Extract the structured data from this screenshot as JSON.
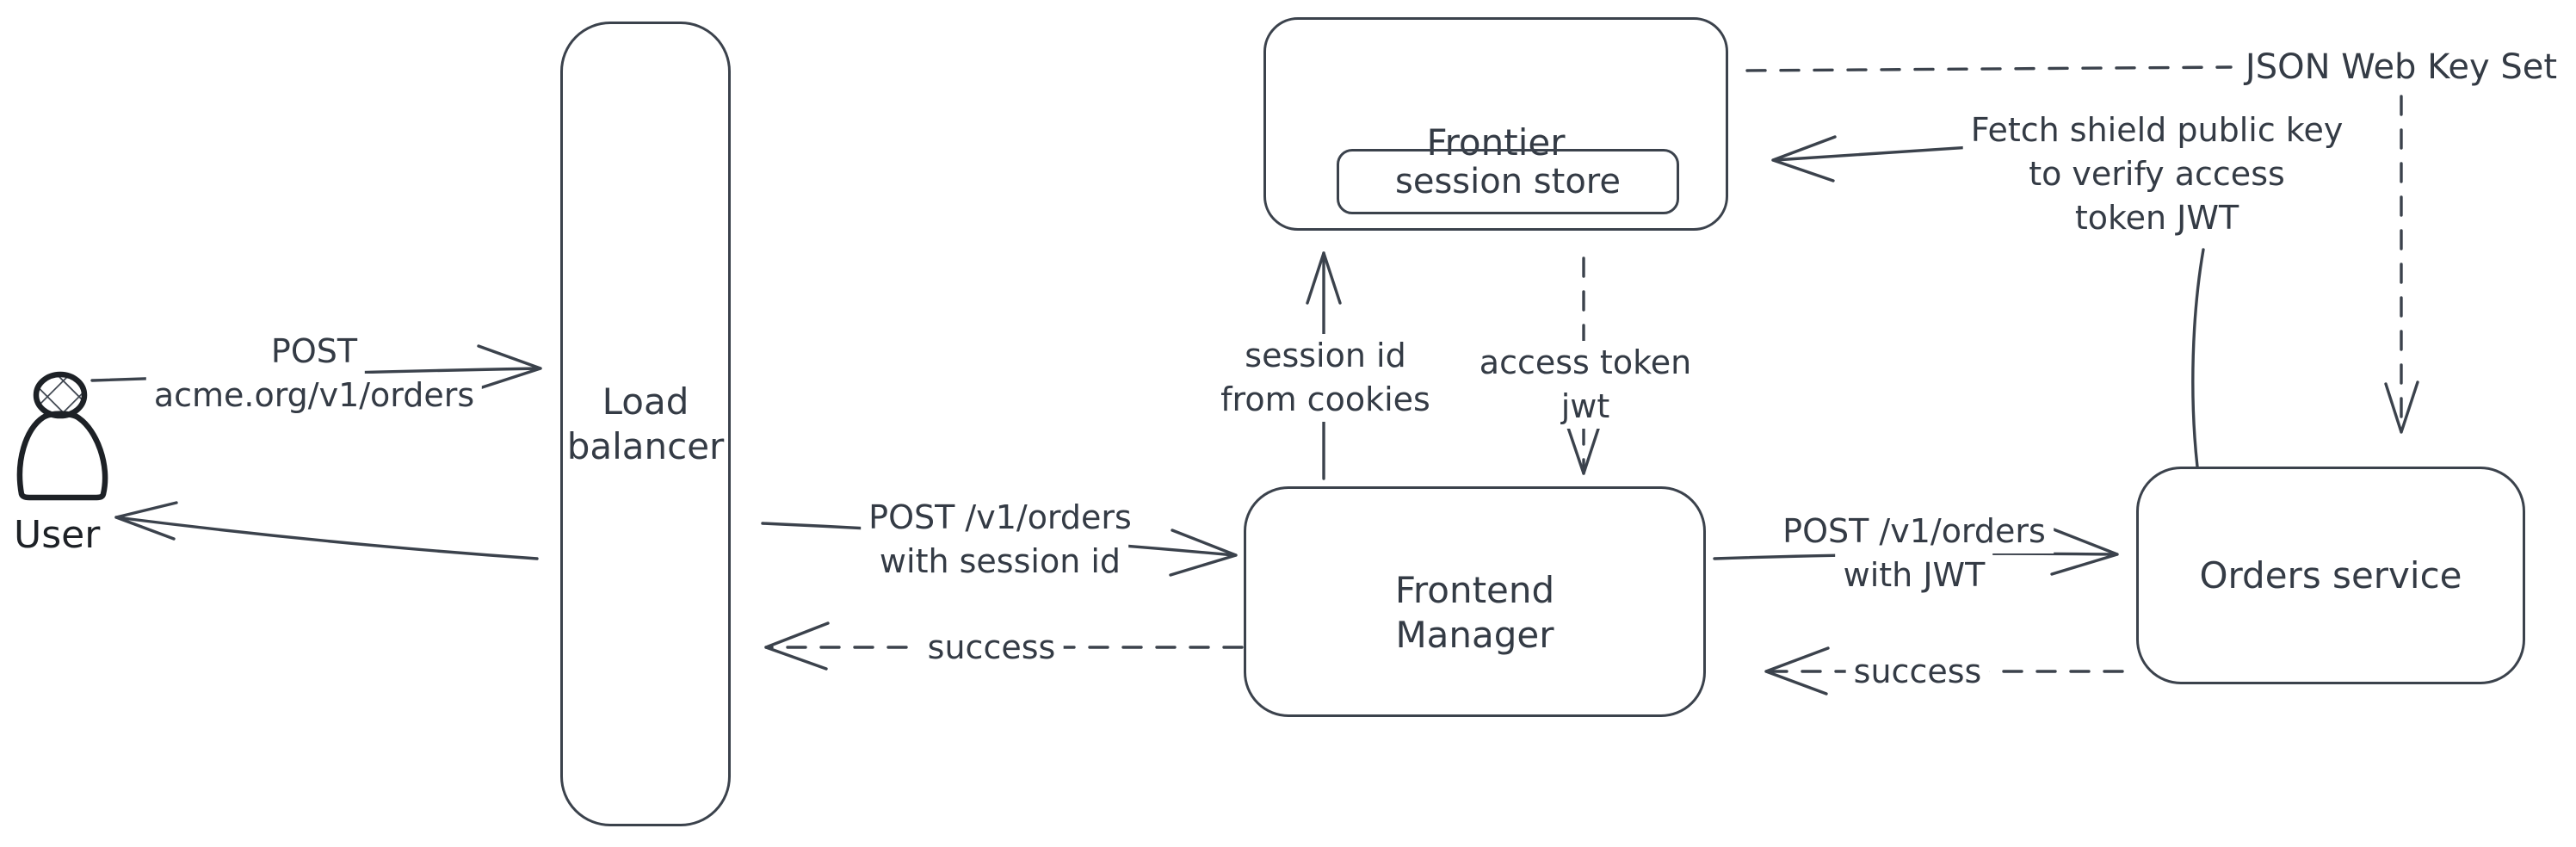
{
  "diagram": {
    "kind": "hand-drawn architecture flow diagram",
    "nodes": {
      "user": {
        "label": "User"
      },
      "load_balancer": {
        "lines": [
          "Load",
          "balancer"
        ]
      },
      "frontier": {
        "label": "Frontier",
        "store_label": "session store"
      },
      "frontend_manager": {
        "lines": [
          "Frontend",
          "Manager"
        ]
      },
      "orders_service": {
        "label": "Orders service"
      }
    },
    "edges": {
      "user_to_lb": {
        "from": "user",
        "to": "load_balancer",
        "style": "solid",
        "lines": [
          "POST",
          "acme.org/v1/orders"
        ]
      },
      "lb_to_user": {
        "from": "load_balancer",
        "to": "user",
        "style": "solid",
        "lines": []
      },
      "lb_to_fm": {
        "from": "load_balancer",
        "to": "frontend_manager",
        "style": "solid",
        "lines": [
          "POST /v1/orders",
          "with session id"
        ]
      },
      "fm_to_lb_success": {
        "from": "frontend_manager",
        "to": "load_balancer",
        "style": "dashed",
        "lines": [
          "success"
        ]
      },
      "fm_to_frontier": {
        "from": "frontend_manager",
        "to": "frontier",
        "style": "solid",
        "lines": [
          "session id",
          "from cookies"
        ]
      },
      "frontier_to_fm": {
        "from": "frontier",
        "to": "frontend_manager",
        "style": "dashed",
        "lines": [
          "access token",
          "jwt"
        ]
      },
      "fm_to_orders": {
        "from": "frontend_manager",
        "to": "orders_service",
        "style": "solid",
        "lines": [
          "POST /v1/orders",
          "with JWT"
        ]
      },
      "orders_to_fm_success": {
        "from": "orders_service",
        "to": "frontend_manager",
        "style": "dashed",
        "lines": [
          "success"
        ]
      },
      "frontier_jwks": {
        "from": "frontier",
        "to": "json_web_key_set",
        "style": "dashed",
        "lines": [
          "JSON Web Key Set"
        ]
      },
      "jwks_to_orders": {
        "from": "json_web_key_set",
        "to": "orders_service",
        "style": "dashed",
        "lines": []
      },
      "orders_fetch_key": {
        "from": "orders_service",
        "to": "frontier",
        "style": "solid",
        "lines": [
          "Fetch shield public key",
          "to verify access",
          "token JWT"
        ]
      }
    },
    "colors": {
      "stroke": "#3b424c",
      "text": "#343b45",
      "user_outline": "#1d2126",
      "hatch_fill": "#ccd7df",
      "background": "#ffffff"
    }
  }
}
